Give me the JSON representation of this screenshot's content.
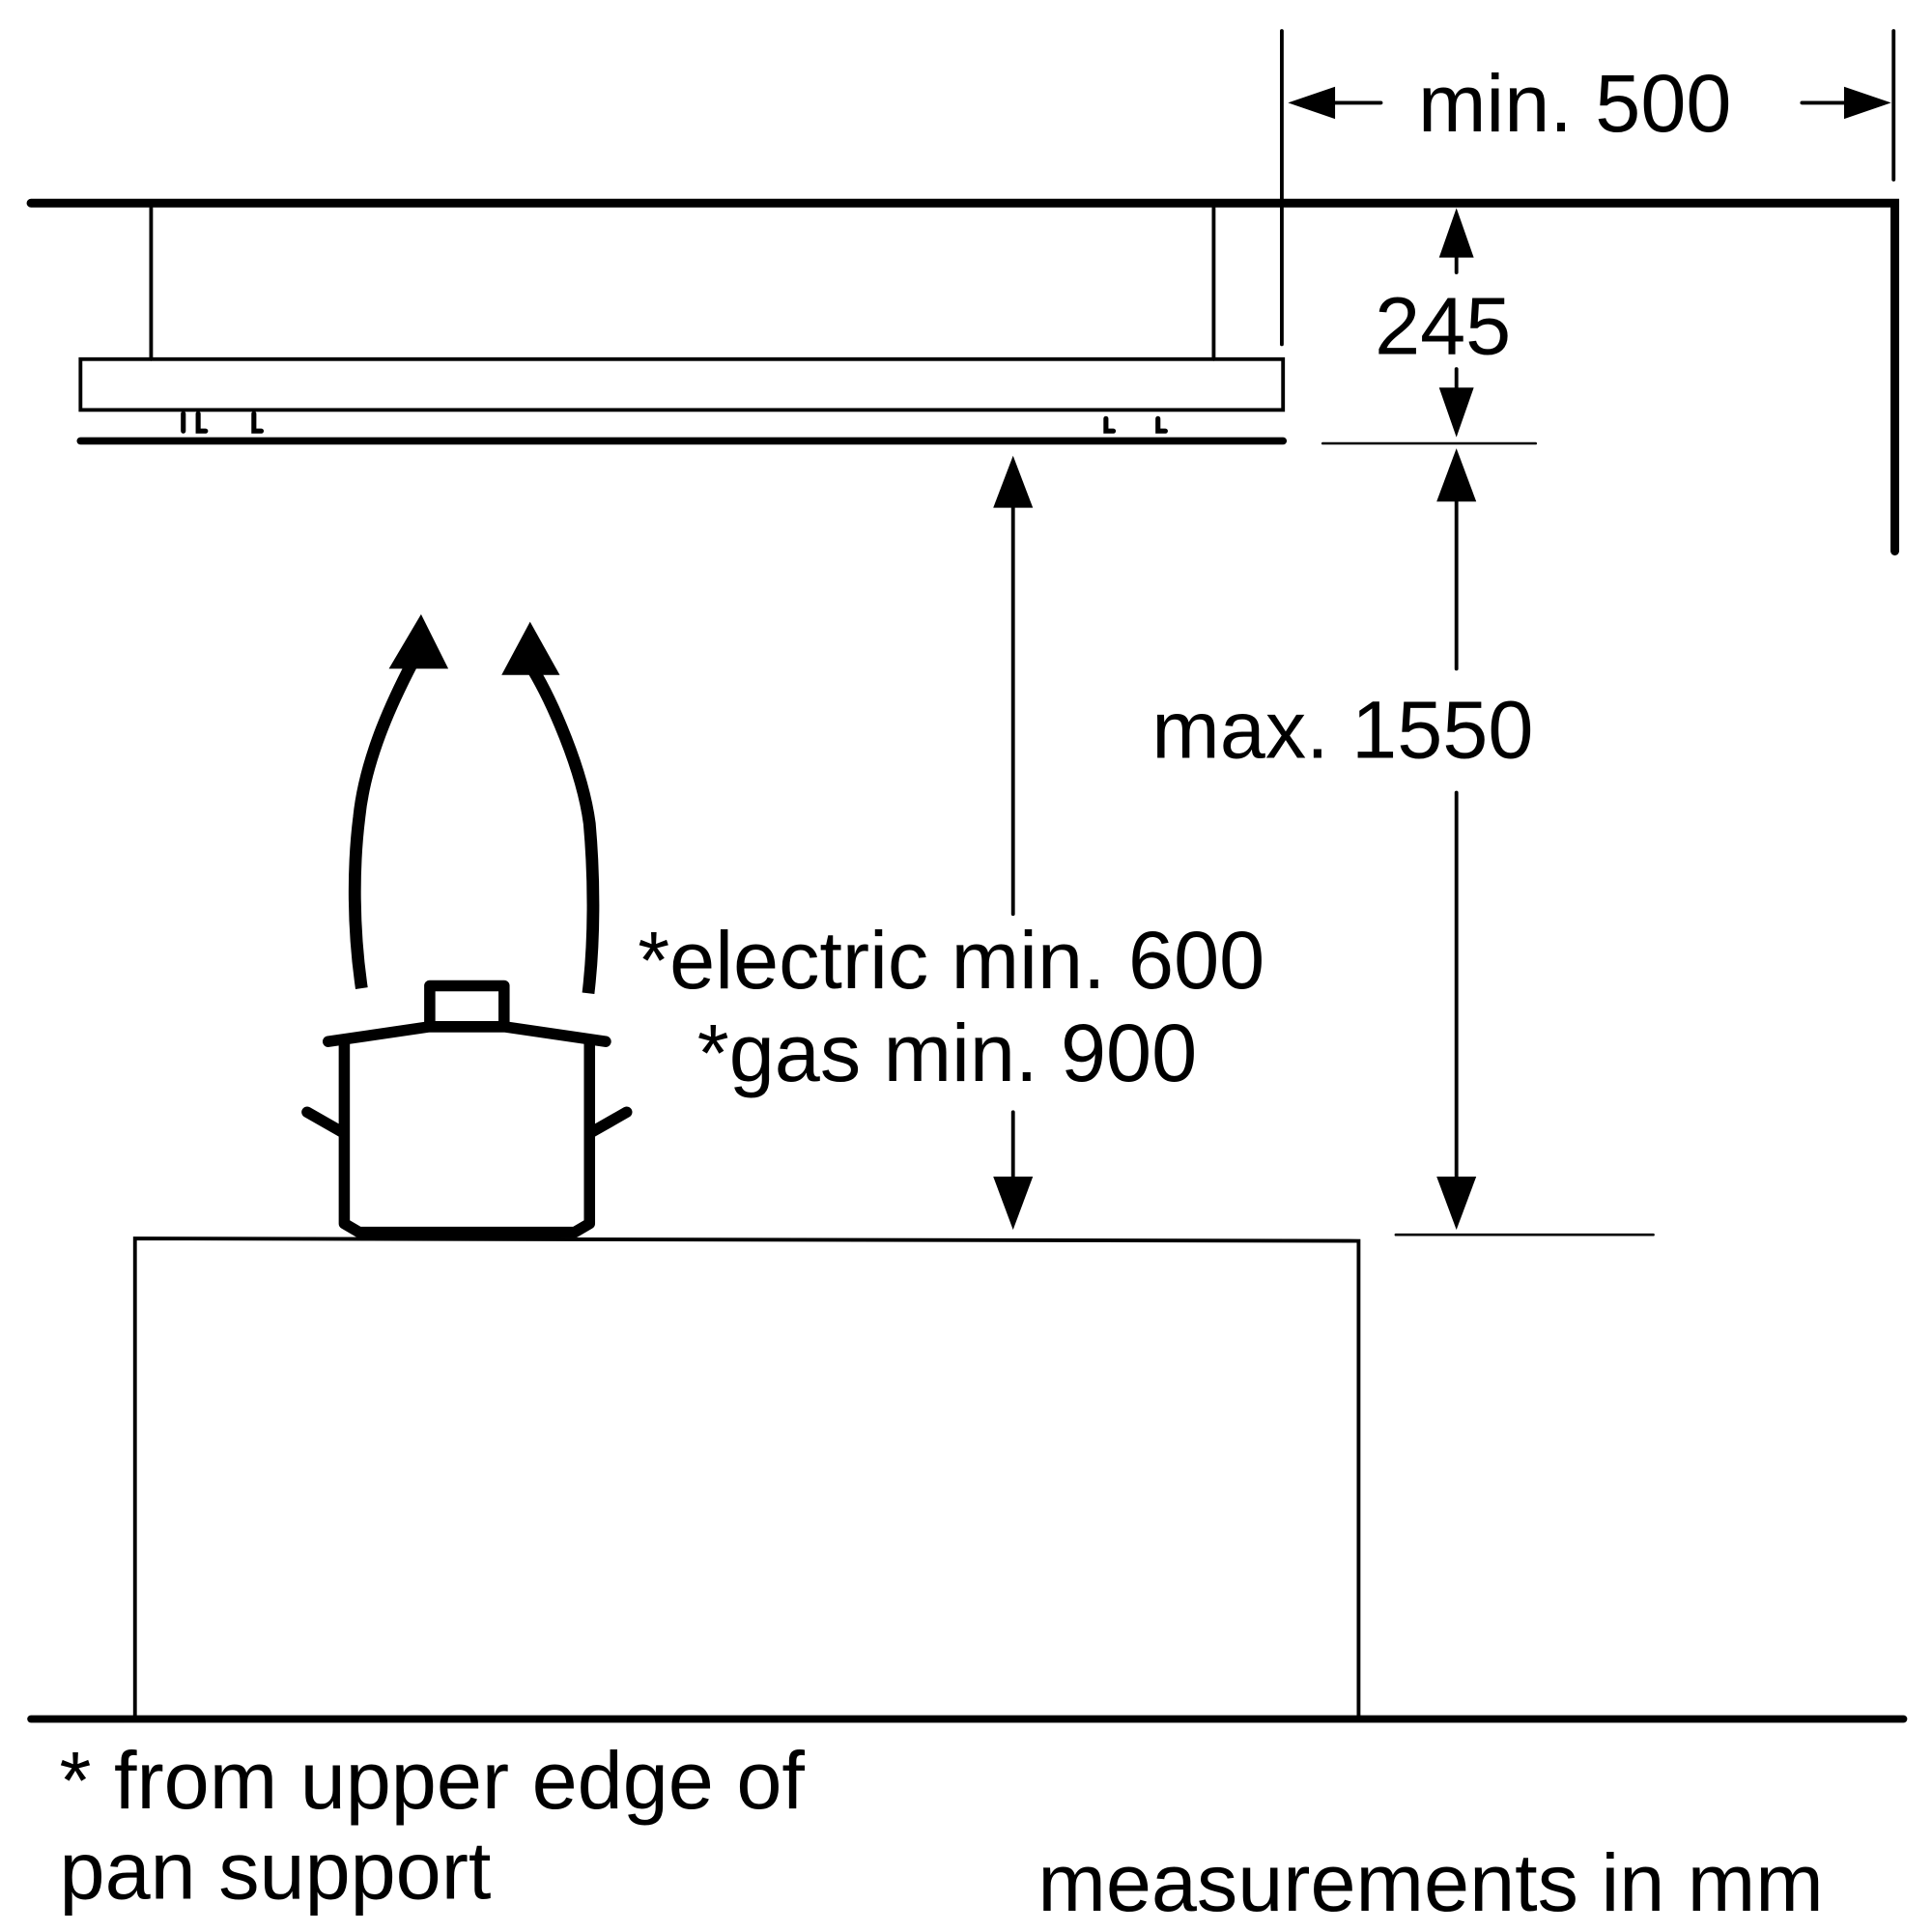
{
  "labels": {
    "width_min": "min. 500",
    "hood_height": "245",
    "max_height": "max. 1550",
    "electric_min": "*electric min. 600",
    "gas_min": "*gas min. 900",
    "footnote_line1": "* from upper edge of",
    "footnote_line2": "pan support",
    "units": "measurements in mm"
  },
  "colors": {
    "line": "#000000",
    "background": "#ffffff"
  }
}
